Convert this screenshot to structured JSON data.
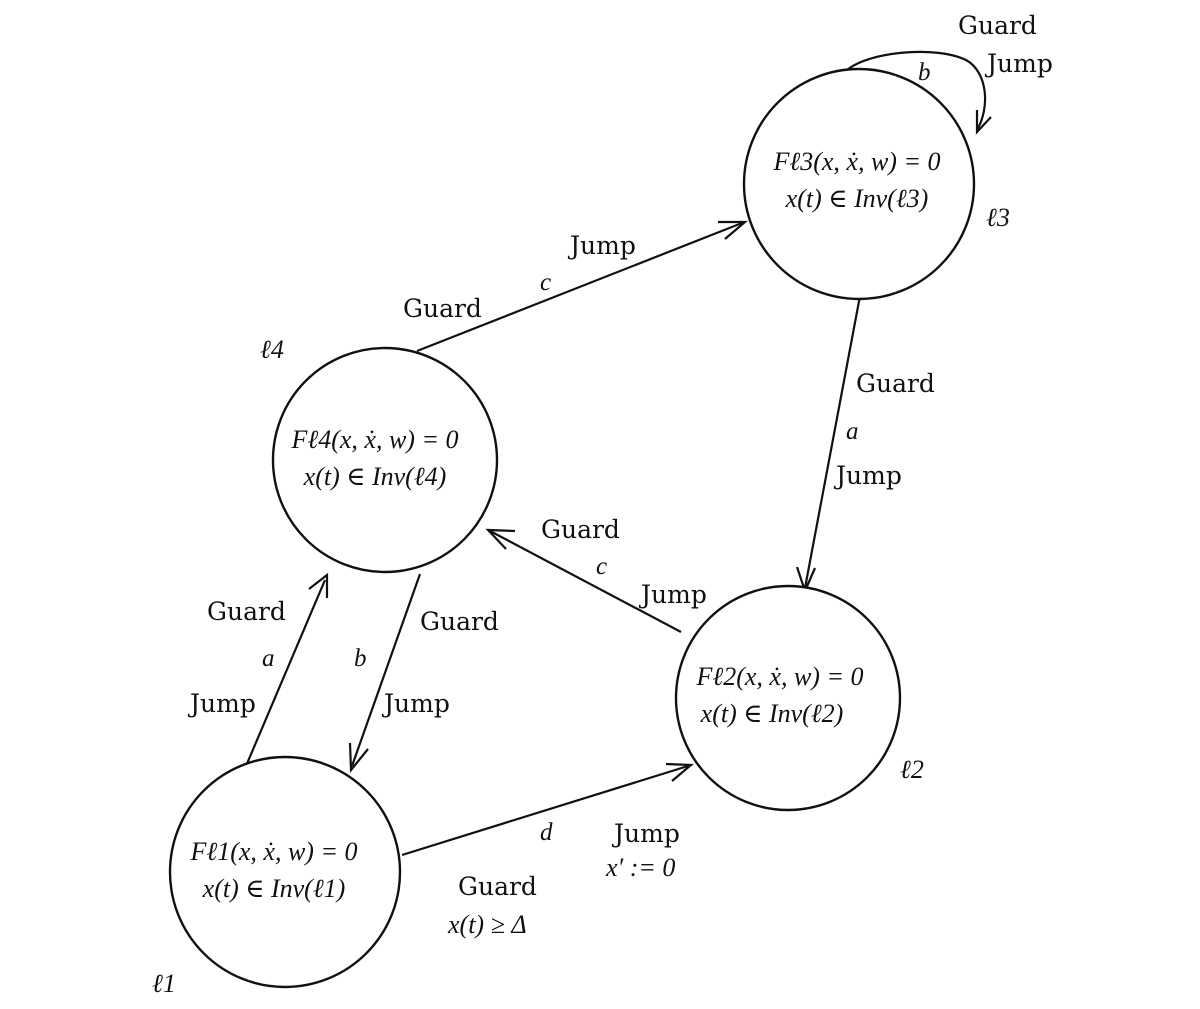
{
  "diagram": {
    "locations": {
      "l1": {
        "label": "ℓ1",
        "equation": "Fℓ1(x, ẋ, w) = 0",
        "invariant": "x(t) ∈ Inv(ℓ1)"
      },
      "l2": {
        "label": "ℓ2",
        "equation": "Fℓ2(x, ẋ, w) = 0",
        "invariant": "x(t) ∈ Inv(ℓ2)"
      },
      "l3": {
        "label": "ℓ3",
        "equation": "Fℓ3(x, ẋ, w) = 0",
        "invariant": "x(t) ∈ Inv(ℓ3)"
      },
      "l4": {
        "label": "ℓ4",
        "equation": "Fℓ4(x, ẋ, w) = 0",
        "invariant": "x(t) ∈ Inv(ℓ4)"
      }
    },
    "transitions": {
      "l1_to_l4": {
        "event": "a",
        "guard": "Guard",
        "jump": "Jump"
      },
      "l4_to_l1": {
        "event": "b",
        "guard": "Guard",
        "jump": "Jump"
      },
      "l1_to_l2": {
        "event": "d",
        "guard": "Guard",
        "guard_condition": "x(t) ≥ Δ",
        "jump": "Jump",
        "jump_reset": "x′ := 0"
      },
      "l2_to_l4": {
        "event": "c",
        "guard": "Guard",
        "jump": "Jump"
      },
      "l4_to_l3": {
        "event": "c",
        "guard": "Guard",
        "jump": "Jump"
      },
      "l3_to_l2": {
        "event": "a",
        "guard": "Guard",
        "jump": "Jump"
      },
      "l3_self": {
        "event": "b",
        "guard": "Guard",
        "jump": "Jump"
      }
    }
  }
}
